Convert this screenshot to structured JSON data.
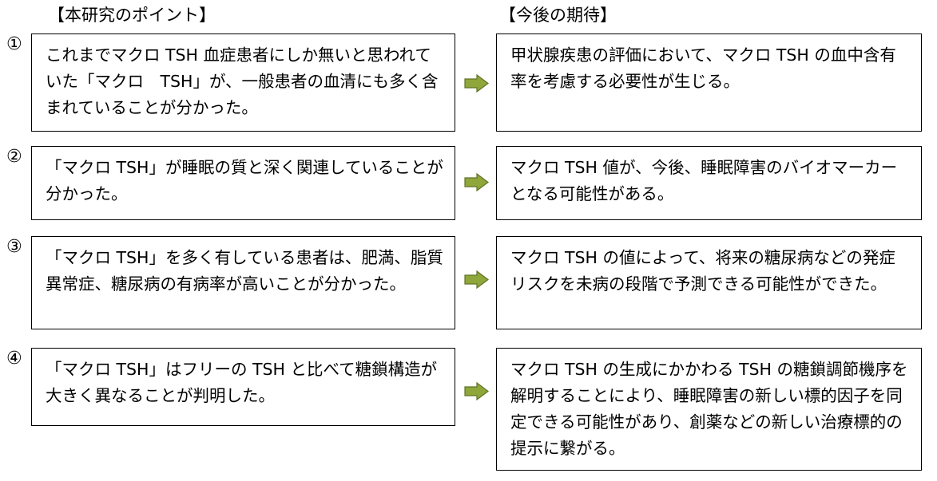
{
  "headings": {
    "points": "【本研究のポイント】",
    "expectations": "【今後の期待】"
  },
  "items": [
    {
      "number": "①",
      "point": "これまでマクロ TSH 血症患者にしか無いと思われていた「マクロ　TSH」が、一般患者の血清にも多く含まれていることが分かった。",
      "expectation": "甲状腺疾患の評価において、マクロ TSH の血中含有率を考慮する必要性が生じる。"
    },
    {
      "number": "②",
      "point": "「マクロ TSH」が睡眠の質と深く関連していることが分かった。",
      "expectation": "マクロ TSH 値が、今後、睡眠障害のバイオマーカーとなる可能性がある。"
    },
    {
      "number": "③",
      "point": "「マクロ TSH」を多く有している患者は、肥満、脂質異常症、糖尿病の有病率が高いことが分かった。",
      "expectation": "マクロ TSH の値によって、将来の糖尿病などの発症リスクを未病の段階で予測できる可能性ができた。"
    },
    {
      "number": "④",
      "point": "「マクロ TSH」はフリーの TSH と比べて糖鎖構造が大きく異なることが判明した。",
      "expectation": "マクロ TSH の生成にかかわる TSH の糖鎖調節機序を解明することにより、睡眠障害の新しい標的因子を同定できる可能性があり、創薬などの新しい治療標的の提示に繋がる。"
    }
  ],
  "colors": {
    "arrow_fill": "#8fa63b",
    "arrow_stroke": "#5f7325",
    "border": "#000000"
  }
}
